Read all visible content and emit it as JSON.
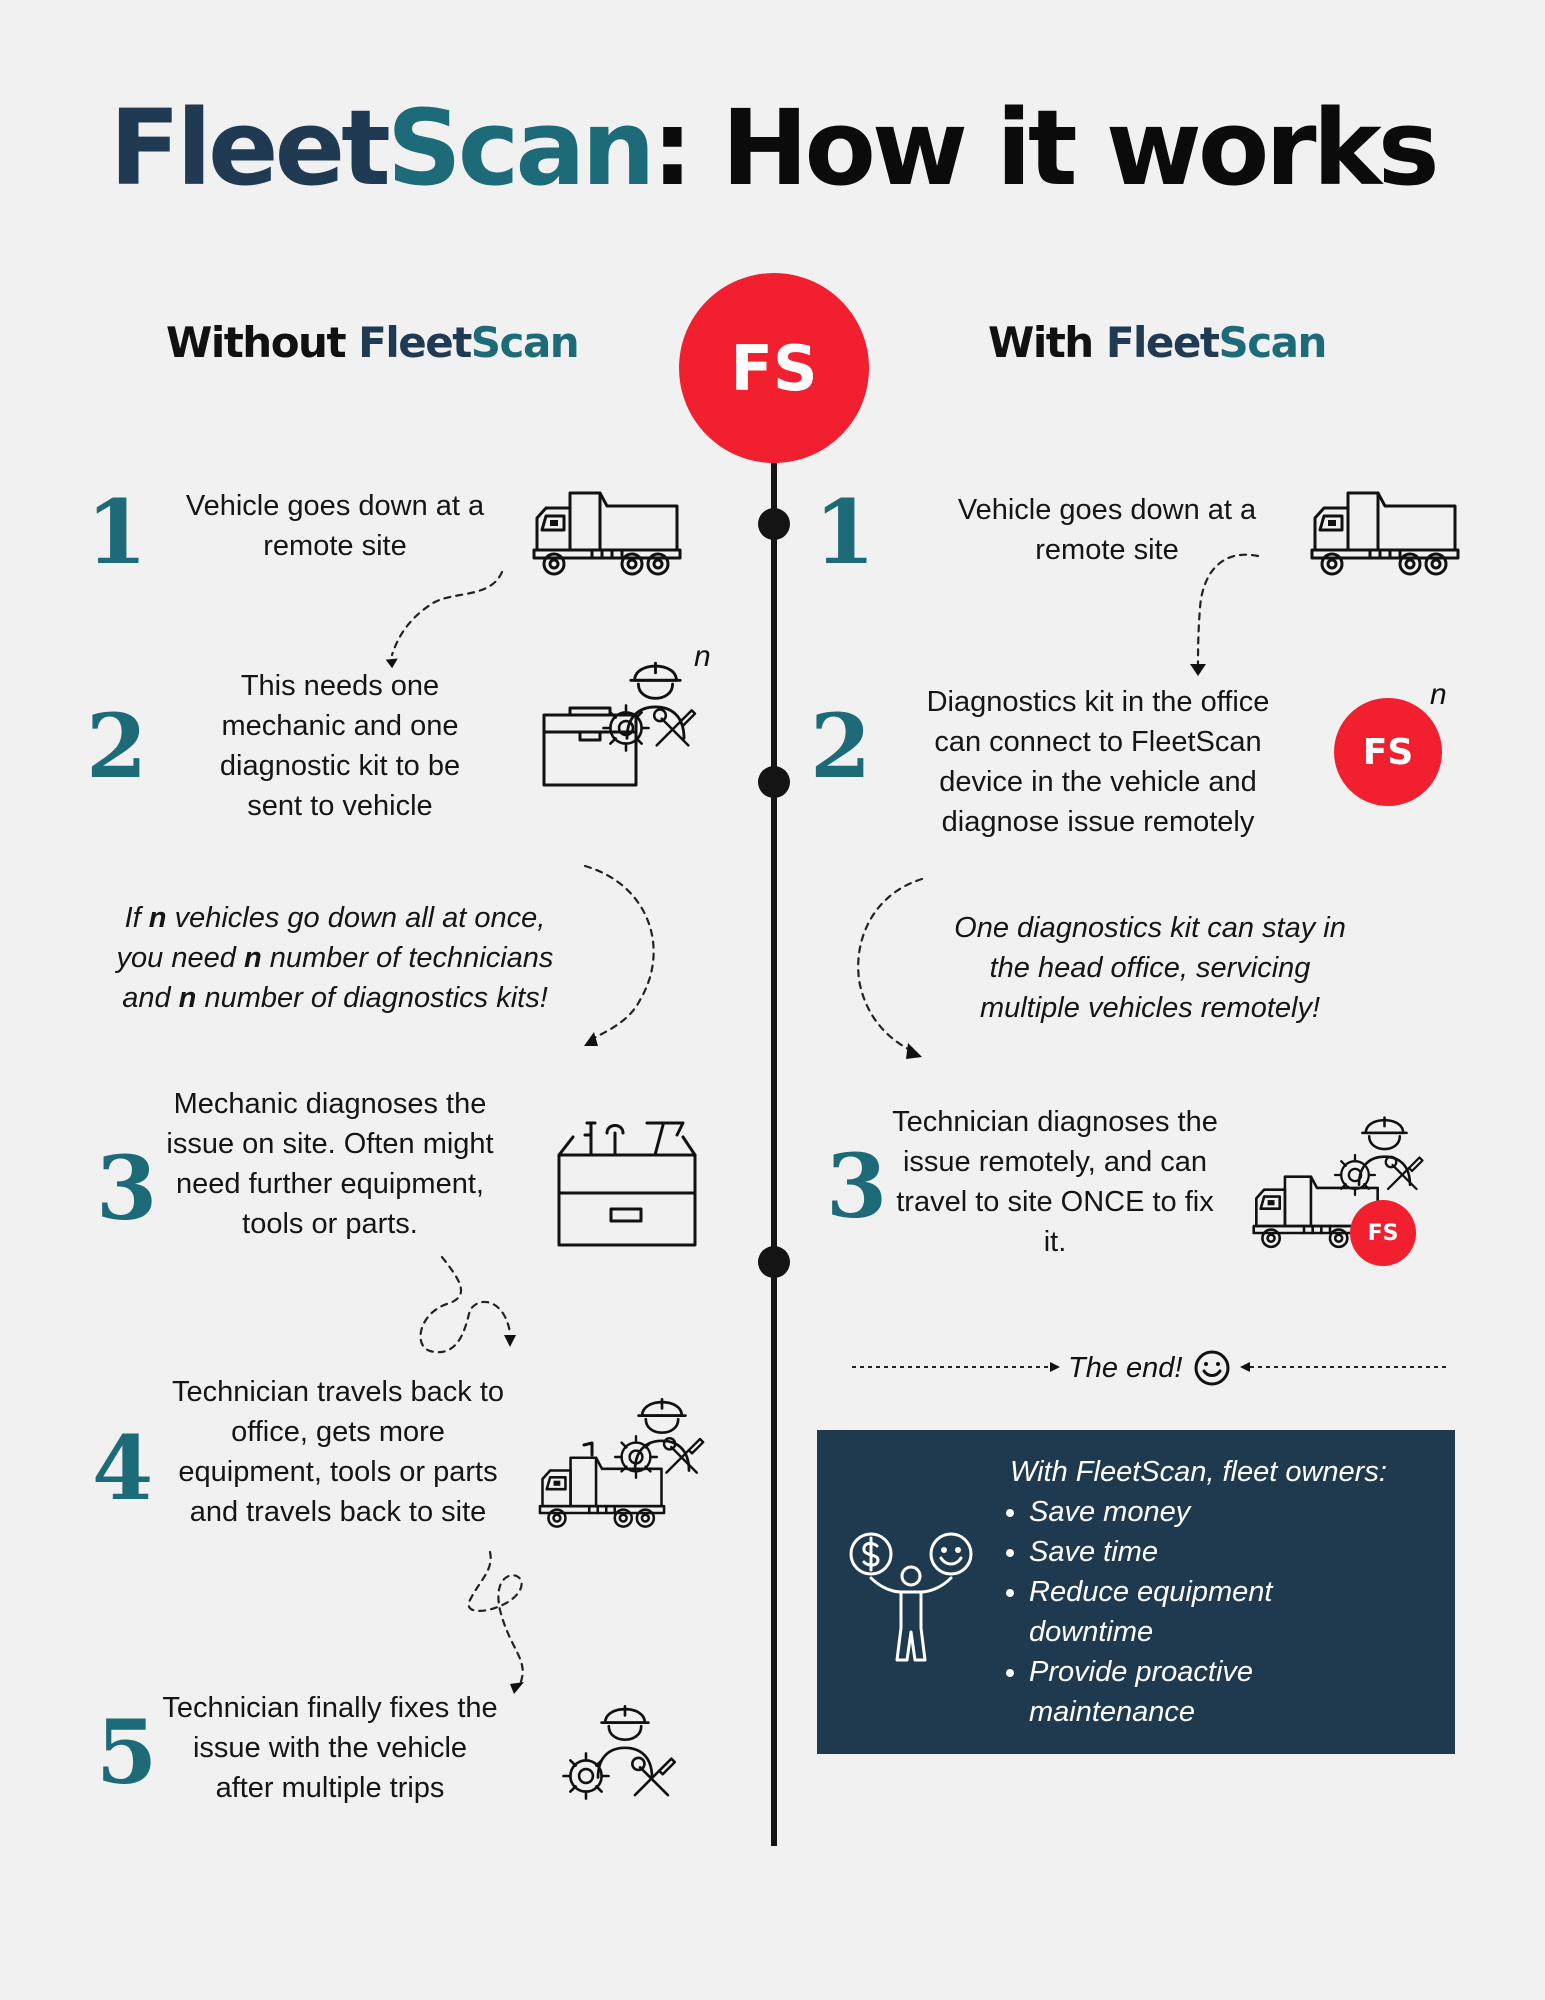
{
  "title": {
    "part1": "Fleet",
    "part2": "Scan",
    "part3": ": How it works"
  },
  "left_header": {
    "prefix": "Without ",
    "brand1": "Fleet",
    "brand2": "Scan"
  },
  "right_header": {
    "prefix": "With ",
    "brand1": "Fleet",
    "brand2": "Scan"
  },
  "center_badge": "FS",
  "without_steps": [
    {
      "number": "1",
      "text": "Vehicle goes down at a remote site"
    },
    {
      "number": "2",
      "text": "This needs one mechanic and one diagnostic kit to be sent to vehicle",
      "superscript": "n"
    },
    {
      "number": "3",
      "text": "Mechanic diagnoses the issue on site. Often might need further equipment, tools or parts."
    },
    {
      "number": "4",
      "text": "Technician travels back to office, gets more equipment, tools or parts and travels back to site"
    },
    {
      "number": "5",
      "text": "Technician finally fixes the issue with the vehicle after multiple trips"
    }
  ],
  "without_note": {
    "l1a": "If ",
    "n": "n",
    "l1b": " vehicles go down all at once,",
    "l2a": "you need ",
    "l2b": " number of technicians",
    "l3a": "and ",
    "l3b": " number of diagnostics kits!"
  },
  "with_steps": [
    {
      "number": "1",
      "text": "Vehicle goes down at a remote site"
    },
    {
      "number": "2",
      "text": "Diagnostics kit in the office can connect to FleetScan device in the vehicle and diagnose issue remotely",
      "superscript": "n",
      "badge": "FS"
    },
    {
      "number": "3",
      "text": "Technician diagnoses the issue remotely, and can travel to site ONCE to fix it.",
      "badge": "FS"
    }
  ],
  "with_note": "One diagnostics kit can stay in the head office, servicing multiple vehicles remotely!",
  "end_text": "The end!",
  "summary": {
    "heading": "With FleetScan, fleet owners:",
    "items": [
      "Save money",
      "Save time",
      "Reduce equipment downtime",
      "Provide proactive maintenance"
    ]
  },
  "colors": {
    "navy": "#1f3a52",
    "teal": "#1d6a78",
    "red": "#f2202f",
    "box": "#1f3a4f",
    "background": "#f1f1f1"
  },
  "icons": [
    "dump-truck-icon",
    "mechanic-with-toolbox-icon",
    "toolbox-icon",
    "tow-truck-mechanic-icon",
    "mechanic-icon",
    "fs-badge-icon",
    "smiley-icon",
    "happy-person-money-icon"
  ]
}
